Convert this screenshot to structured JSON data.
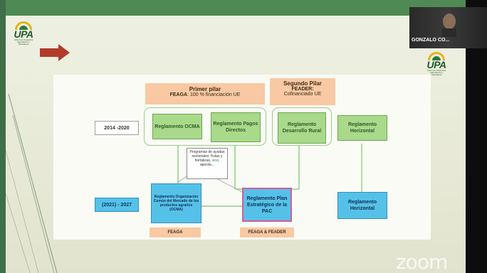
{
  "participant": {
    "name": "GONZALO CO..."
  },
  "overlay": {
    "zoom_watermark": "zoom"
  },
  "logo": {
    "brand": "UPA",
    "subtitle": "Unión de Pequeños Agricultores y Ganaderos"
  },
  "headers": {
    "first_pillar": {
      "title": "Primer pilar",
      "body_bold": "FEAGA",
      "body": ": 100 % financiación UE"
    },
    "second_pillar": {
      "title": "Segundo Pilar",
      "line2": "FEADER:",
      "line3": "Cofinanciado UE"
    }
  },
  "periods": {
    "current": "2014 -2020",
    "next": "(2021) - 2027"
  },
  "regulations_top": {
    "ocma": "Reglamento OCMA",
    "pagos": "Reglamento Pagos Directos",
    "desarrollo": "Reglamento Desarrollo Rural",
    "horizontal": "Reglamento Horizontal"
  },
  "programs_note": {
    "text": "Programas de ayudas sectoriales: frutas y hortalizas,",
    "highlight": "vino",
    "tail": ", apicola..."
  },
  "regulations_bottom": {
    "ocm": "Reglamento Organización Común del Mercado de los productos agrarios (OCMA)",
    "plan": "Reglamento Plan Estratégico de la PAC",
    "horizontal": "Reglamento Horizontal"
  },
  "footers": {
    "feaga": "FEAGA",
    "feaga_feader": "FEAGA & FEADER"
  },
  "colors": {
    "accent_green": "#a9d98a",
    "accent_blue": "#56c1e8",
    "header_peach": "#f8c9a2",
    "arrow_red": "#b23a2a"
  }
}
